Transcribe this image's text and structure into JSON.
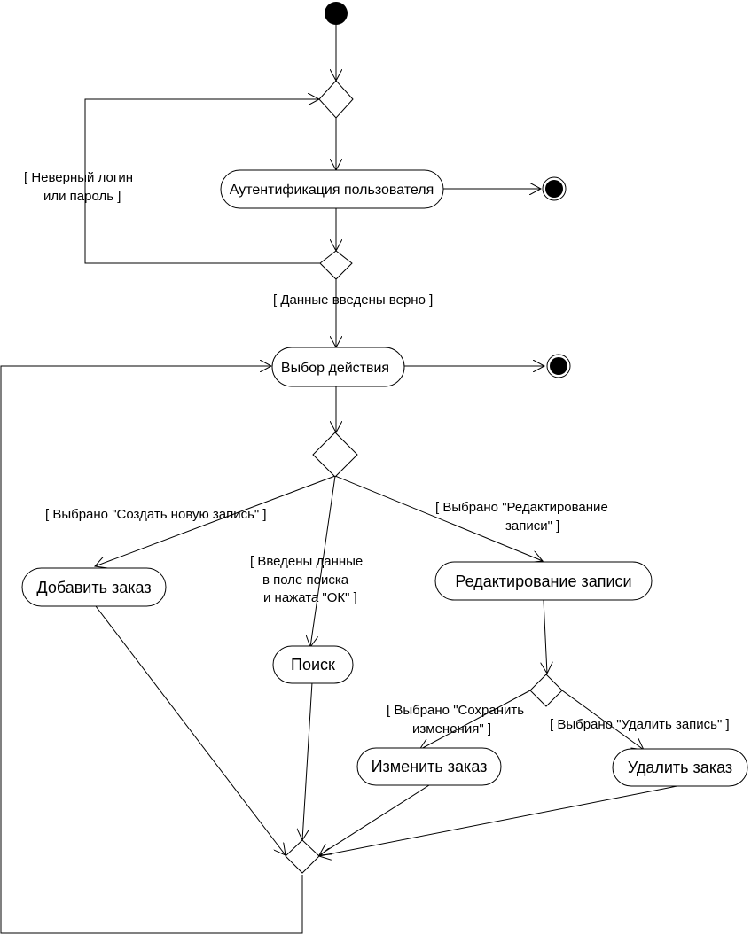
{
  "diagram": {
    "type": "UML activity diagram",
    "nodes": {
      "auth": {
        "label": "Аутентификация пользователя"
      },
      "choose": {
        "label": "Выбор действия"
      },
      "add": {
        "label": "Добавить заказ"
      },
      "search": {
        "label": "Поиск"
      },
      "edit": {
        "label": "Редактирование записи"
      },
      "modify": {
        "label": "Изменить заказ"
      },
      "delete": {
        "label": "Удалить заказ"
      }
    },
    "guards": {
      "wrong_login": [
        "[  Неверный логин",
        "или пароль  ]"
      ],
      "correct_data": [
        "[ Данные введены верно ]"
      ],
      "create_new": [
        "[ Выбрано \"Создать новую запись\" ]"
      ],
      "search_ok": [
        "[ Введены данные",
        "в поле поиска",
        "и нажата \"ОК\" ]"
      ],
      "edit_record": [
        "[ Выбрано \"Редактирование",
        "записи\" ]"
      ],
      "save_changes": [
        "[ Выбрано \"Сохранить",
        "изменения\" ]"
      ],
      "delete_record": [
        "[ Выбрано \"Удалить запись\" ]"
      ]
    },
    "colors": {
      "stroke": "#000000",
      "fill": "#ffffff",
      "terminal": "#000000"
    }
  }
}
